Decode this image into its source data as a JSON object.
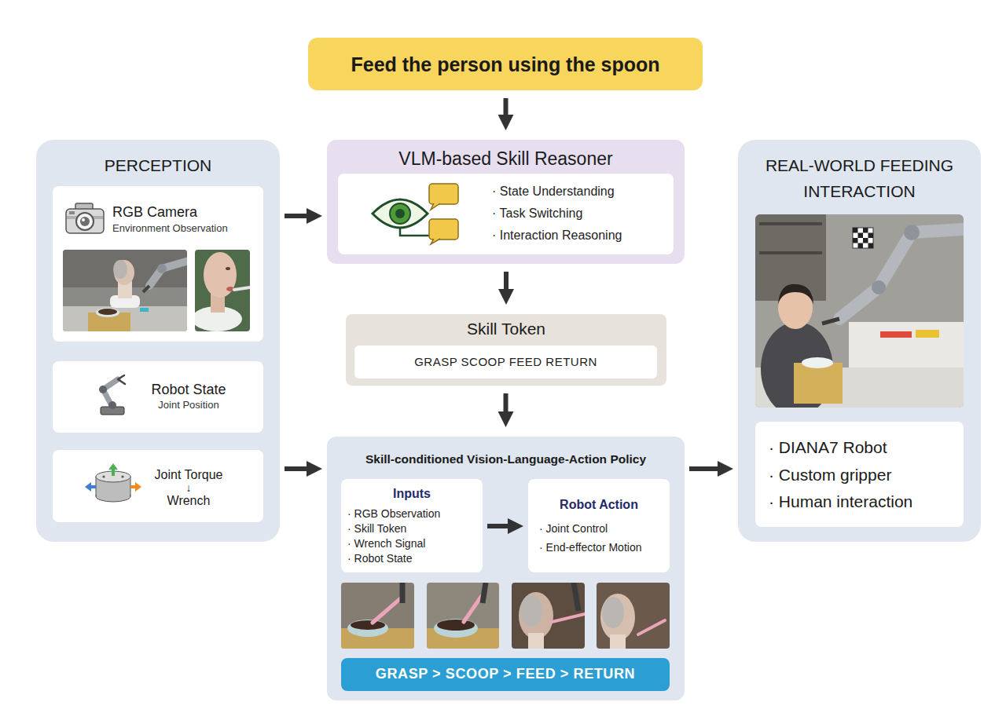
{
  "diagram": {
    "nodes": [
      {
        "text": [
          "Feed the person using the spoon"
        ]
      },
      {
        "text": [
          "PERCEPTION"
        ]
      },
      {
        "text": [
          "RGB Camera",
          "Environment Observation"
        ],
        "in": 1
      },
      {
        "text": [
          "Robot State",
          "Joint Position"
        ],
        "in": 1
      },
      {
        "text": [
          "Joint Torque",
          "↓",
          "Wrench"
        ],
        "in": 1
      },
      {
        "text": [
          "VLM-based Skill Reasoner"
        ]
      },
      {
        "text": [
          "· State Understanding",
          "· Task Switching",
          "· Interaction Reasoning"
        ],
        "in": 5
      },
      {
        "text": [
          "Skill Token"
        ]
      },
      {
        "text": [
          "GRASP SCOOP FEED RETURN"
        ],
        "in": 7
      },
      {
        "text": [
          "Skill-conditioned Vision-Language-Action Policy"
        ]
      },
      {
        "text": [
          "Inputs",
          "· RGB Observation",
          "· Skill Token",
          "· Wrench Signal",
          "· Robot State"
        ],
        "in": 9
      },
      {
        "text": [
          "Robot Action",
          "· Joint Control",
          "· End-effector Motion"
        ],
        "in": 9
      },
      {
        "text": [
          "GRASP > SCOOP > FEED > RETURN"
        ],
        "in": 9
      },
      {
        "text": [
          "REAL-WORLD FEEDING INTERACTION"
        ]
      },
      {
        "text": [
          "· DIANA7 Robot",
          "· Custom gripper",
          "· Human interaction"
        ],
        "in": 13
      }
    ],
    "edges": [
      {
        "from": 0,
        "to": 5,
        "arrow": "to"
      },
      {
        "from": 1,
        "to": 5,
        "arrow": "to"
      },
      {
        "from": 5,
        "to": 7,
        "arrow": "to"
      },
      {
        "from": 7,
        "to": 9,
        "arrow": "to"
      },
      {
        "from": 1,
        "to": 9,
        "arrow": "to"
      },
      {
        "from": 10,
        "to": 11,
        "arrow": "to"
      },
      {
        "from": 9,
        "to": 13,
        "arrow": "to"
      }
    ]
  }
}
